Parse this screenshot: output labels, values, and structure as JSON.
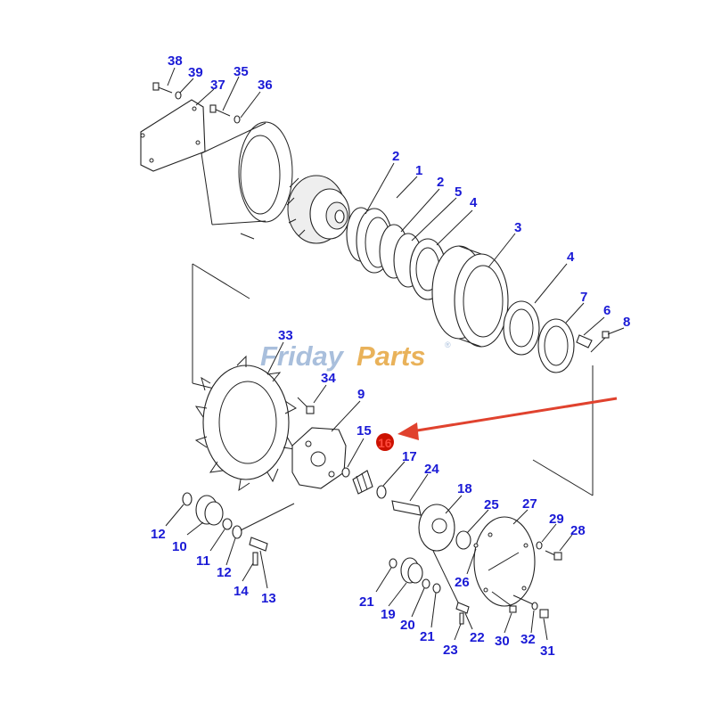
{
  "watermark": {
    "part1": "Friday",
    "part2": "Parts",
    "mark": "®"
  },
  "highlight": {
    "label": "16",
    "color": "#cc1100",
    "arrow_color": "#e0422e"
  },
  "callouts": {
    "n1": "1",
    "n2a": "2",
    "n2b": "2",
    "n3": "3",
    "n4a": "4",
    "n4b": "4",
    "n5": "5",
    "n6": "6",
    "n7": "7",
    "n8": "8",
    "n9": "9",
    "n10": "10",
    "n11": "11",
    "n12a": "12",
    "n12b": "12",
    "n13": "13",
    "n14": "14",
    "n15": "15",
    "n17": "17",
    "n18": "18",
    "n19": "19",
    "n20": "20",
    "n21a": "21",
    "n21b": "21",
    "n22": "22",
    "n23": "23",
    "n24": "24",
    "n25": "25",
    "n26": "26",
    "n27": "27",
    "n28": "28",
    "n29": "29",
    "n30": "30",
    "n31": "31",
    "n32": "32",
    "n33": "33",
    "n34": "34",
    "n35": "35",
    "n36": "36",
    "n37": "37",
    "n38": "38",
    "n39": "39"
  },
  "colors": {
    "callout": "#1a1ad6",
    "line": "#222222",
    "watermark_blue": "#a9bfdc",
    "watermark_orange": "#e9b25a"
  }
}
